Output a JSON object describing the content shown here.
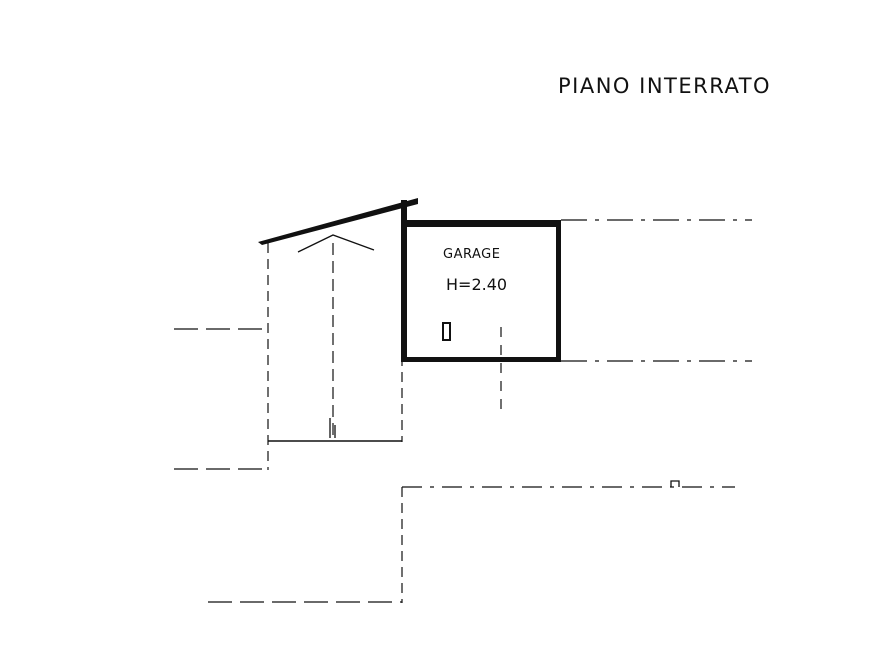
{
  "drawing": {
    "title": "PIANO INTERRATO",
    "line_color": "#111111",
    "background": "#ffffff"
  },
  "garage": {
    "name": "GARAGE",
    "height_label": "H=2.40"
  }
}
